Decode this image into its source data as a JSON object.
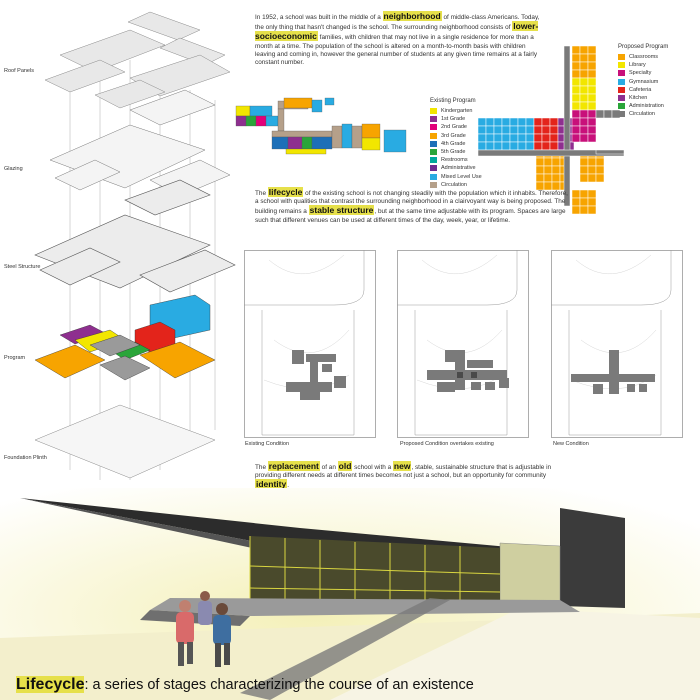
{
  "layers": [
    "Roof Panels",
    "Glazing",
    "Steel Structure",
    "Program",
    "Foundation Plinth"
  ],
  "intro": {
    "a": "In 1952, a school was built in the middle of a ",
    "h1": "neighborhood",
    "b": " of middle-class Americans. Today, the only thing that hasn't changed is the school. The surrounding neighborhood consists of ",
    "h2": "lower-socioeconomic",
    "c": " families, with children that may not live in a single residence for more than a month at a time. The population of the school is altered on a month-to-month basis with children leaving and coming in, however the general number of students at any given time remains at a fairly constant number."
  },
  "existing_program": {
    "title": "Existing Program",
    "items": [
      {
        "label": "Kindergarten",
        "color": "#f2e600"
      },
      {
        "label": "1st Grade",
        "color": "#8e2f8f"
      },
      {
        "label": "2nd Grade",
        "color": "#e2007a"
      },
      {
        "label": "3rd Grade",
        "color": "#f7a400"
      },
      {
        "label": "4th Grade",
        "color": "#1d6fb8"
      },
      {
        "label": "5th Grade",
        "color": "#2aa53a"
      },
      {
        "label": "Restrooms",
        "color": "#00a99d"
      },
      {
        "label": "Administrative",
        "color": "#6d2c91"
      },
      {
        "label": "Mixed Level Use",
        "color": "#29abe2"
      },
      {
        "label": "Circulation",
        "color": "#b5a08a"
      }
    ]
  },
  "proposed_program": {
    "title": "Proposed Program",
    "items": [
      {
        "label": "Classrooms",
        "color": "#f7a400"
      },
      {
        "label": "Library",
        "color": "#f2e600"
      },
      {
        "label": "Specialty",
        "color": "#c8107a"
      },
      {
        "label": "Gymnasium",
        "color": "#29abe2"
      },
      {
        "label": "Cafeteria",
        "color": "#e3241b"
      },
      {
        "label": "Kitchen",
        "color": "#8e2f8f"
      },
      {
        "label": "Administration",
        "color": "#2aa53a"
      },
      {
        "label": "Circulation",
        "color": "#7a7a7a"
      }
    ]
  },
  "lifecycle_text": {
    "a": "The ",
    "h1": "lifecycle",
    "b": " of the existing school is not changing steadily with the population which it inhabits.  Therefore, a school with qualities that contrast the surrounding neighborhood in a clairvoyant way is being proposed.  The building remains a ",
    "h2": "stable structure",
    "c": ", but at the same time adjustable with its program.  Spaces are large such that different venues can be used at different times of the day, week, year, or lifetime."
  },
  "conditions": [
    "Existing Condition",
    "Proposed Condition overtakes existing",
    "New Condition"
  ],
  "replacement_text": {
    "a": "The ",
    "h1": "replacement",
    "b": " of an ",
    "h2": "old",
    "c": " school with a ",
    "h3": "new",
    "d": ", stable, sustainable structure that is adjustable in providing different needs at different times becomes not just a school, but an opportunity for community ",
    "h4": "identity",
    "e": "."
  },
  "caption": {
    "h": "Lifecycle",
    "rest": ": a series of stages characterizing the course of an existence"
  }
}
